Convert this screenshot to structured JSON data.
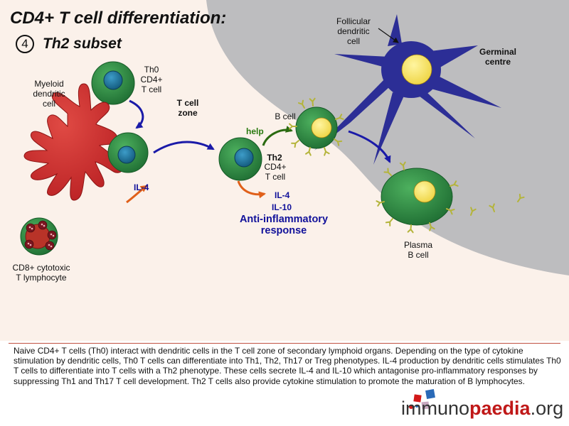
{
  "title": "CD4+ T cell differentiation:",
  "step_number": "4",
  "subtitle": "Th2 subset",
  "labels": {
    "myeloid": "Myeloid\ndendritic\ncell",
    "th0": "Th0\nCD4+\nT cell",
    "tcell_zone": "T cell\nzone",
    "follicular": "Follicular\ndendritic\ncell",
    "germinal": "Germinal\ncentre",
    "bcell": "B cell",
    "help": "help",
    "th2_bold": "Th2",
    "th2_rest": "CD4+\nT cell",
    "il4_left": "IL-4",
    "il4_right": "IL-4",
    "il10": "IL-10",
    "anti": "Anti-inflammatory\nresponse",
    "plasma": "Plasma\nB cell",
    "cd8": "CD8+ cytotoxic\nT lymphocyte"
  },
  "caption": "Naive CD4+ T cells (Th0) interact with dendritic cells in the T cell zone of secondary lymphoid organs. Depending on the type of cytokine stimulation by dendritic cells, Th0 T cells can differentiate into Th1, Th2, Th17 or Treg phenotypes.  IL-4 production by dendritic cells stimulates Th0 T cells to differentiate into T cells with a Th2 phenotype. These cells secrete IL-4 and IL-10 which antagonise pro-inflammatory responses by suppressing Th1 and Th17 T cell development. Th2 T cells also provide cytokine stimulation to promote the maturation of B lymphocytes.",
  "logo": {
    "part1": "immuno",
    "part2": "paedia",
    "part3": ".org"
  },
  "colors": {
    "background_zone": "#fbf1ea",
    "germinal_grey": "#bdbdbf",
    "t_cell_green": "#2f8a42",
    "nucleus_blue": "#1a6f9a",
    "b_nucleus_yellow": "#f4e25c",
    "dendritic_red": "#cc2d2c",
    "fdc_blue": "#2c2e96",
    "cytokine_arrow": "#e0601a",
    "flow_arrow": "#1a1aa8",
    "help_arrow": "#2a6a10",
    "antibody": "#b4b43a"
  }
}
